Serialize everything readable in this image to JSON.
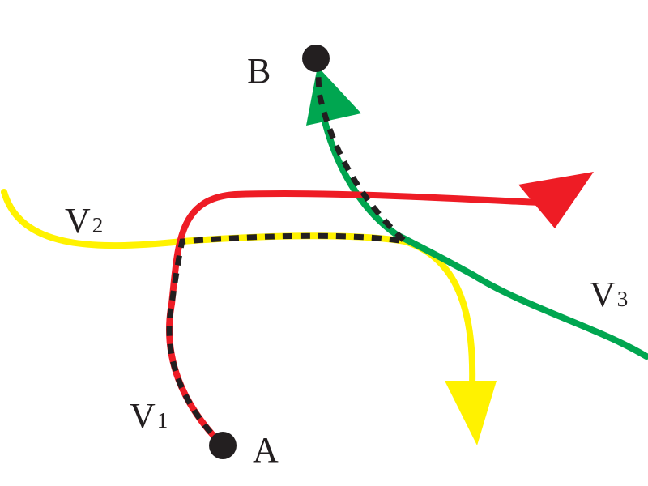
{
  "points": {
    "A": {
      "label": "A"
    },
    "B": {
      "label": "B"
    }
  },
  "paths": {
    "v1": {
      "symbol": "V",
      "index": "1",
      "color": "#ee1c25"
    },
    "v2": {
      "symbol": "V",
      "index": "2",
      "color": "#fff200"
    },
    "v3": {
      "symbol": "V",
      "index": "3",
      "color": "#00a650"
    }
  },
  "route": {
    "color": "#231f20",
    "style": "dashed"
  }
}
